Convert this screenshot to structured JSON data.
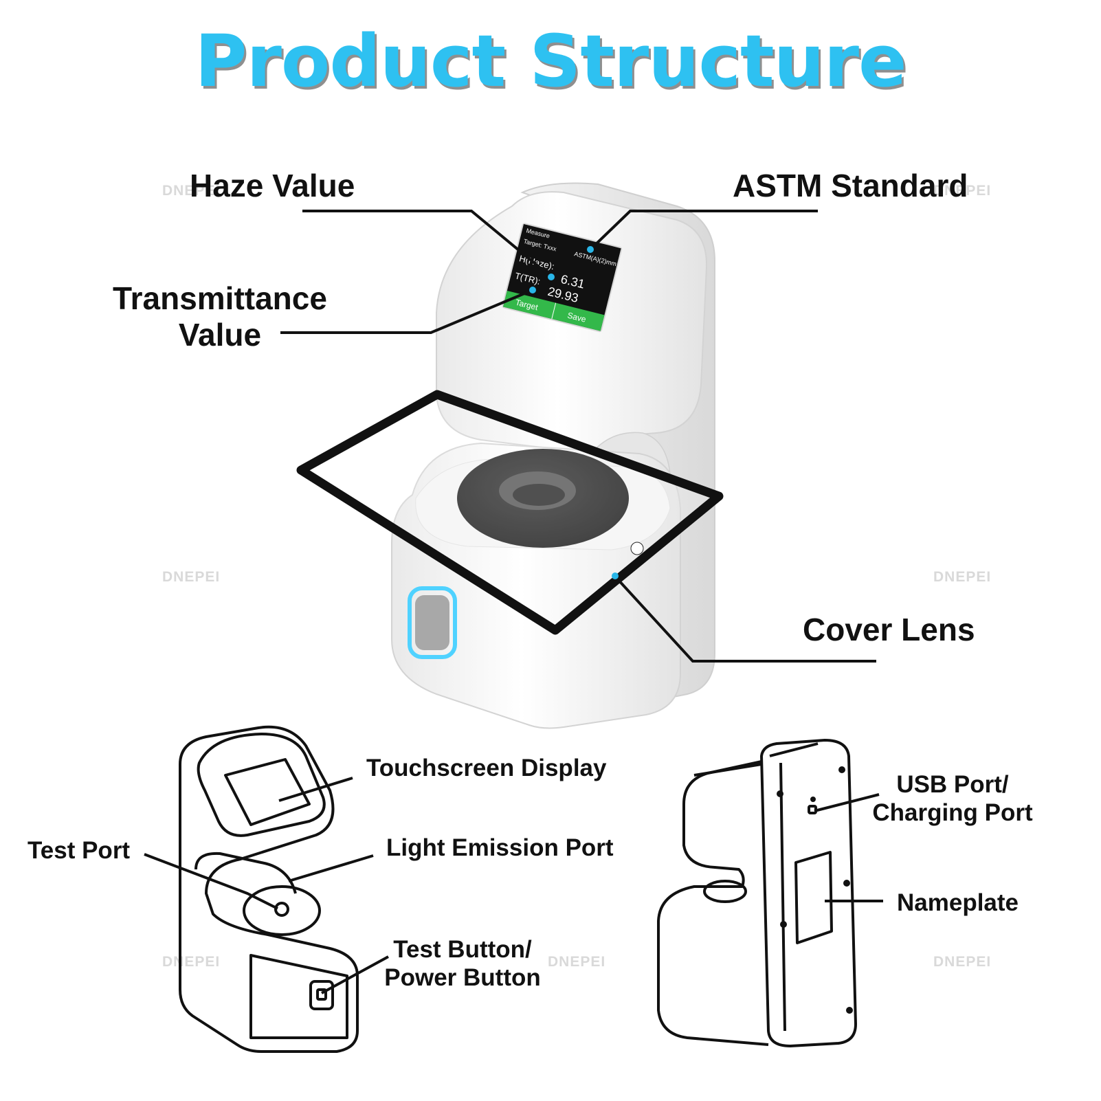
{
  "title": "Product Structure",
  "watermark": "DNEPEI",
  "callouts": {
    "haze_value": "Haze Value",
    "astm_standard": "ASTM Standard",
    "transmittance_line1": "Transmittance",
    "transmittance_line2": "Value",
    "cover_lens": "Cover Lens",
    "touchscreen_display": "Touchscreen Display",
    "test_port": "Test Port",
    "light_emission_port": "Light Emission Port",
    "test_button_line1": "Test Button/",
    "test_button_line2": "Power Button",
    "usb_port_line1": "USB Port/",
    "usb_port_line2": "Charging Port",
    "nameplate": "Nameplate"
  },
  "device_screen": {
    "menu": "Measure",
    "target": "Target: Txxx",
    "standard": "ASTM(A)(2)mm",
    "haze_label": "H(Haze):",
    "haze_value": "6.31",
    "tr_label": "T(TR):",
    "tr_value": "29.93",
    "button_left": "Target",
    "button_right": "Save"
  },
  "colors": {
    "title": "#2ec1f1",
    "leader_dot": "#29b6e8",
    "screen_green": "#33b84a",
    "outline": "#111111"
  }
}
